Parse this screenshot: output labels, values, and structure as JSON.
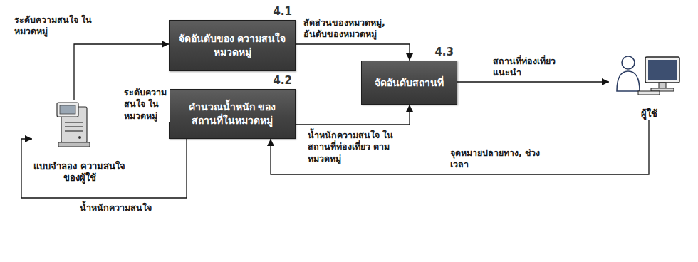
{
  "diagram": {
    "nodes": [
      {
        "text": [
          "4.1",
          "จัดอันดับของ ความสนใจหมวดหมู่"
        ]
      },
      {
        "text": [
          "4.2",
          "คำนวณน้ำหนัก ของสถานที่ในหมวดหมู่"
        ]
      },
      {
        "text": [
          "4.3",
          "จัดอันดับสถานที่"
        ]
      },
      {
        "text": [
          "แบบจำลอง ความสนใจของผู้ใช้"
        ]
      },
      {
        "text": [
          "ผู้ใช้"
        ]
      }
    ],
    "edges": [
      {
        "from": 3,
        "to": 0,
        "arrow": "to",
        "label": "ระดับความสนใจ ในหมวดหมู่"
      },
      {
        "from": 3,
        "to": 1,
        "arrow": "to",
        "label": "ระดับความสนใจ ในหมวดหมู่"
      },
      {
        "from": 1,
        "to": 3,
        "arrow": "to",
        "label": "น้ำหนักความสนใจ"
      },
      {
        "from": 0,
        "to": 2,
        "arrow": "to",
        "label": "สัดส่วนของหมวดหมู่, อันดับของหมวดหมู่"
      },
      {
        "from": 1,
        "to": 2,
        "arrow": "to",
        "label": "น้ำหนักความสนใจ ในสถานที่ท่องเที่ยว ตามหมวดหมู่"
      },
      {
        "from": 2,
        "to": 4,
        "arrow": "to",
        "label": "สถานที่ท่องเที่ยว แนะนำ"
      },
      {
        "from": 4,
        "to": 1,
        "arrow": "to",
        "label": "จุดหมายปลายทาง, ช่วงเวลา"
      }
    ]
  }
}
